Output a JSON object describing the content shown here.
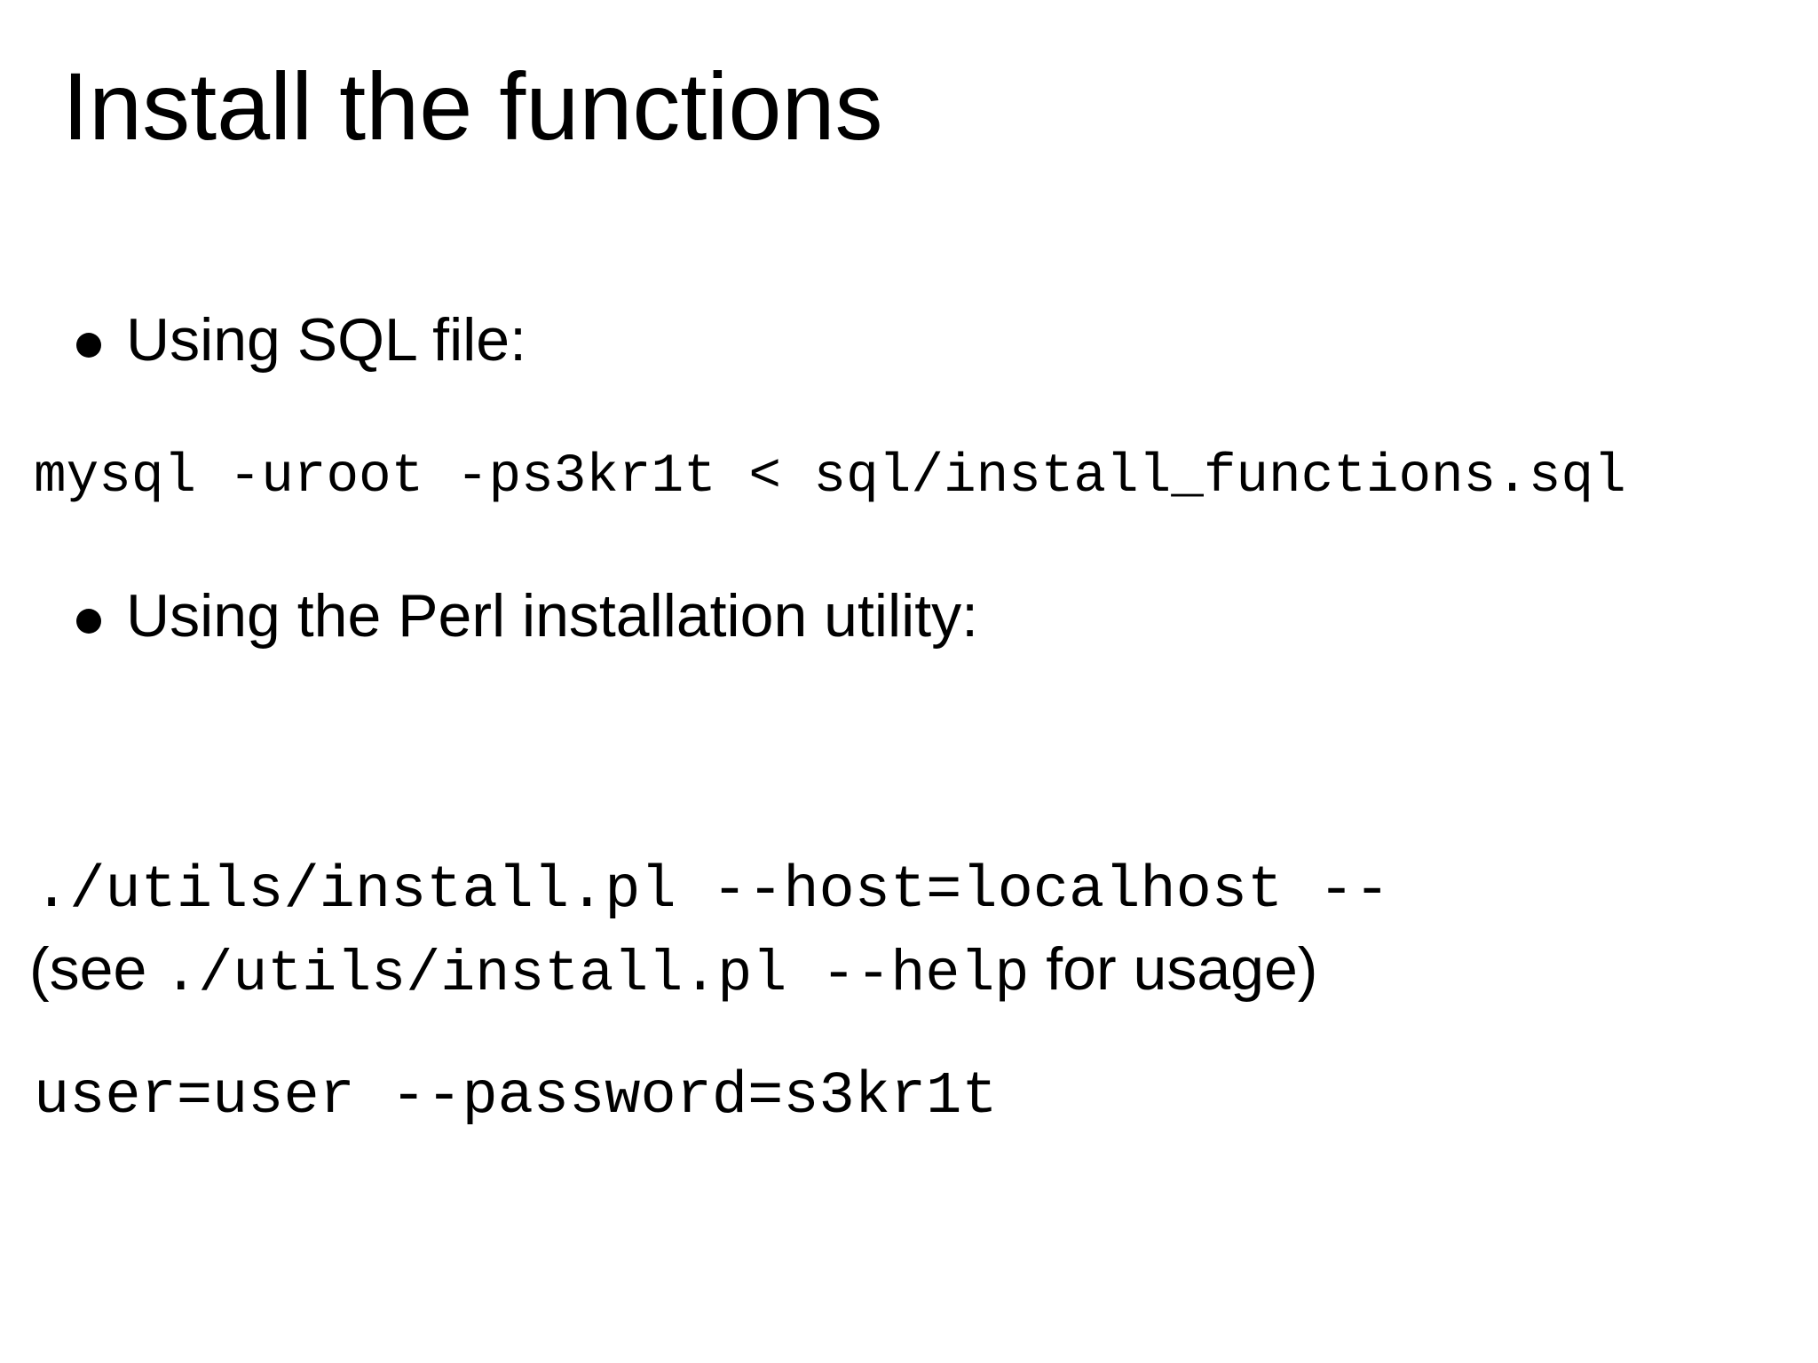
{
  "slide": {
    "background_color": "#ffffff",
    "text_color": "#000000",
    "title": "Install the functions",
    "icons": {
      "bullet": "filled-circle"
    },
    "bullets": [
      {
        "label": "Using SQL file:",
        "code_lines": [
          "mysql -uroot -ps3kr1t < sql/install_functions.sql"
        ]
      },
      {
        "label": "Using the Perl installation utility:",
        "code_lines": [
          "./utils/install.pl --host=localhost --",
          "user=user --password=s3kr1t"
        ]
      }
    ],
    "note": {
      "prefix": "(see ",
      "code": "./utils/install.pl --help",
      "suffix": " for usage)"
    }
  }
}
